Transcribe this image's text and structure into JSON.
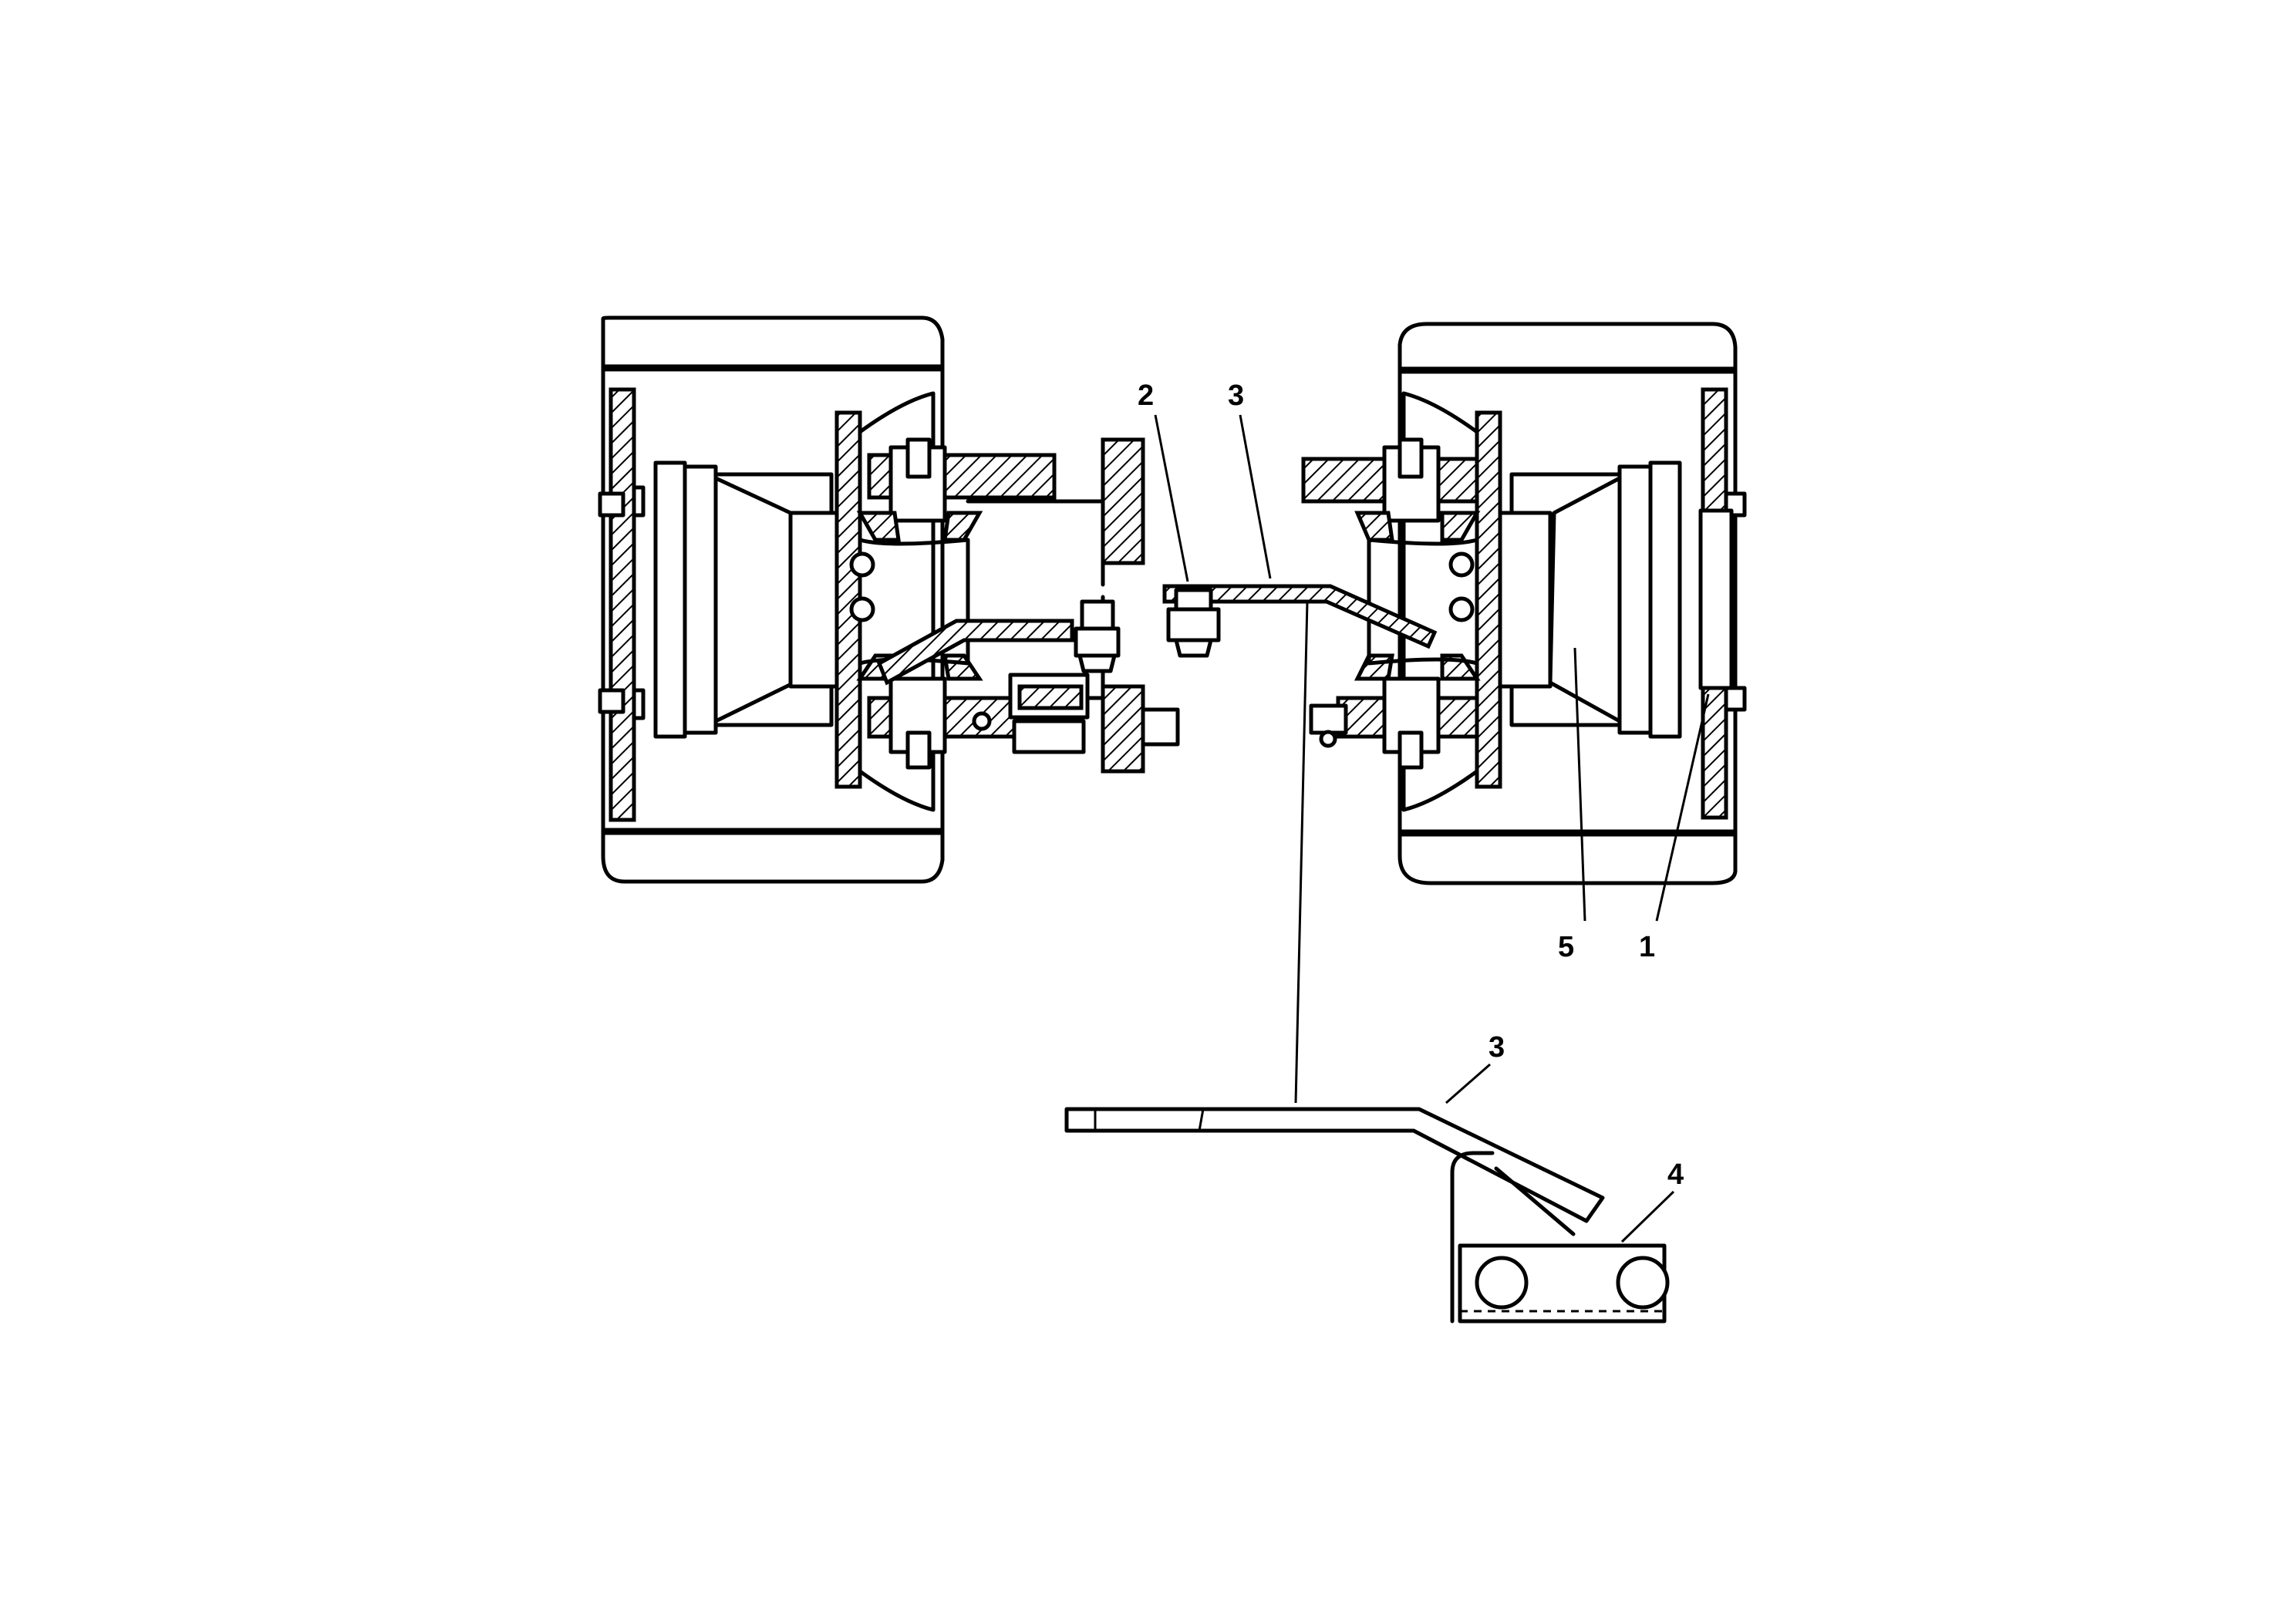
{
  "labels": {
    "callout_1": "1",
    "callout_2": "2",
    "callout_3_upper": "3",
    "callout_3_lower": "3",
    "callout_4": "4",
    "callout_5": "5"
  }
}
